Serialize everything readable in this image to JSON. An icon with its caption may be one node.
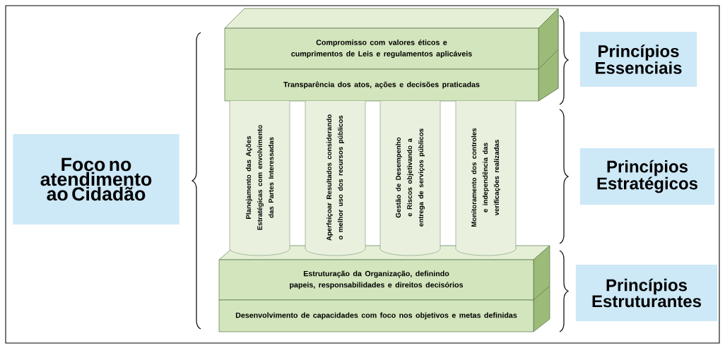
{
  "diagram": {
    "nodes": [
      {
        "text": [
          "Foco no atendimento ao Cidadão"
        ]
      },
      {
        "text": [
          "Compromisso com valores éticos e cumprimentos de Leis e regulamentos aplicáveis"
        ]
      },
      {
        "text": [
          "Transparência dos atos, ações e decisões praticadas"
        ]
      },
      {
        "text": [
          "Planejamento das Ações Estratégicas com envolvimento das Partes Interessadas"
        ]
      },
      {
        "text": [
          "Aperfeiçoar Resultados considerando o melhor uso dos recursos públicos"
        ]
      },
      {
        "text": [
          "Gestão de Desempenho e Riscos objetivando a entrega de serviços públicos"
        ]
      },
      {
        "text": [
          "Monitoramento dos controles e independência das verificações realizadas"
        ]
      },
      {
        "text": [
          "Estruturação da Organização, definindo papeis, responsabilidades e direitos decisórios"
        ]
      },
      {
        "text": [
          "Desenvolvimento de capacidades com foco nos objetivos e metas definidas"
        ]
      },
      {
        "text": [
          "Princípios Essenciais"
        ]
      },
      {
        "text": [
          "Princípios Estratégicos"
        ]
      },
      {
        "text": [
          "Princípios Estruturantes"
        ]
      }
    ],
    "edges": []
  }
}
